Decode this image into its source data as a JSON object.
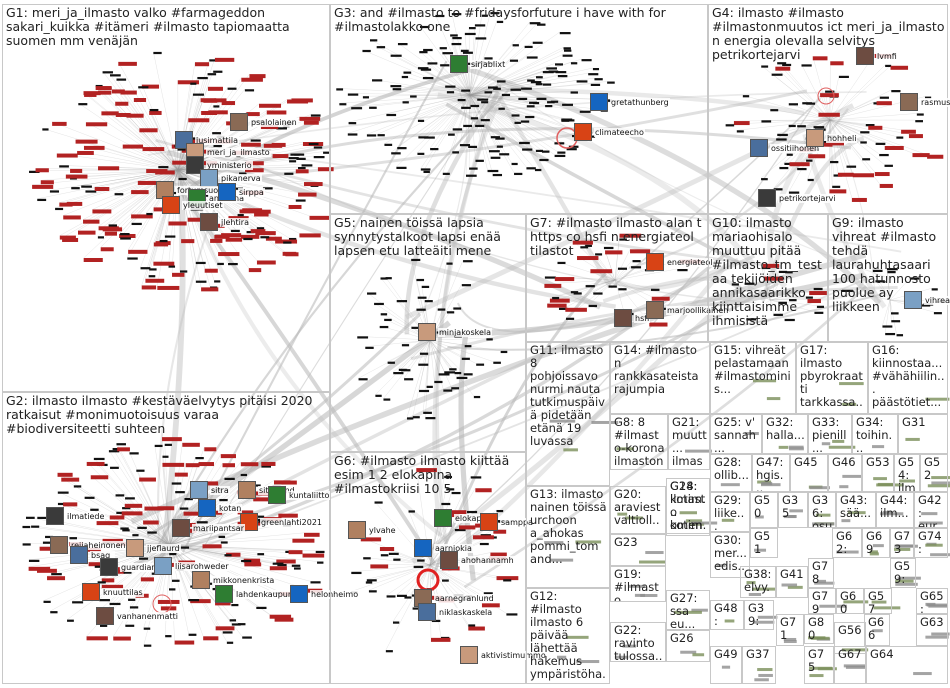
{
  "title": "#ilmasto",
  "colors": {
    "edge": "#b8b8b8",
    "node_dark": "#111111",
    "node_red": "#b22222",
    "box_border": "#c8c8c8",
    "highlight_ring": "#e06060"
  },
  "groups": [
    {
      "id": "G1",
      "label": "G1: meri_ja_ilmasto valko #farmageddon sakari_kuikka #itämeri #ilmasto tapiomaatta suomen mm venäjän",
      "nodes": [
        "psalolainen",
        "jusimattila",
        "meri_ja_ilmasto",
        "yministerio",
        "pikanerva",
        "fortumsuomi",
        "annanna",
        "sirppa",
        "yleuutiset",
        "jlehtira"
      ]
    },
    {
      "id": "G2",
      "label": "G2: ilmasto ilmasto #kestäväelvytys pitäisi 2020 ratkaisut #monimuotoisuus varaa #biodiversiteetti suhteen",
      "nodes": [
        "ilmatiede",
        "sitra",
        "sitrafund",
        "kuntaliitto",
        "kotan",
        "greenlahti2021",
        "mariipantsar",
        "reijaheinonen",
        "bsag_",
        "jjeflaurd",
        "guardian",
        "liisarohweder",
        "mikkonenkrista",
        "lahdenkaupunki",
        "helonheimo",
        "knuuttilas",
        "vanhanenmatti"
      ]
    },
    {
      "id": "G3",
      "label": "G3: and #ilmasto to #fridaysforfuture i have with for #ilmastolakko one",
      "nodes": [
        "sirjablixt",
        "gretathunberg",
        "climateecho"
      ]
    },
    {
      "id": "G4",
      "label": "G4: ilmasto #ilmasto #ilmastonmuutos ict meri_ja_ilmasto n energia olevalla selvitys petrikortejarvi",
      "nodes": [
        "lvmfi",
        "rasmuspinomaa",
        "ossitiihonen",
        "hohheli",
        "petrikortejarvi"
      ]
    },
    {
      "id": "G5",
      "label": "G5: nainen töissä lapsia synnytystalkoot lapsi enää lapsen etu latteäiti mene",
      "nodes": [
        "minjakoskela"
      ]
    },
    {
      "id": "G6",
      "label": "G6: #ilmasto ilmasto kiittää esim 1 2 elokapina #ilmastokriisi 10 5",
      "nodes": [
        "ylvahe",
        "elokapina",
        "aarniokia",
        "samppa",
        "ahohannamh",
        "aarnegranlund",
        "niklaskaskela",
        "aktivistimummo"
      ]
    },
    {
      "id": "G7",
      "label": "G7: #ilmasto ilmasto alan t https co hsfi n energiateol tilastot",
      "nodes": [
        "energiateol",
        "hsfi",
        "marjoollikainen"
      ]
    },
    {
      "id": "G8",
      "label": "G8: 8 #ilmasto-korona ilmaston ohjelm..."
    },
    {
      "id": "G9",
      "label": "G9: ilmasto vihreat #ilmasto tehdä laurahuhtasaari 100 hatunnosto puolue ay liikkeen",
      "nodes": [
        "vihreat"
      ]
    },
    {
      "id": "G10",
      "label": "G10: ilmasto mariaohisalo muuttuu pitää #ilmasto_tm_testaa tekijöiden annikasaarikko kiinttaisimme ihmisistä"
    },
    {
      "id": "G11",
      "label": "G11: ilmasto 8 pohjoissavo nurmi nauta tutkimuspäivä pidetään etänä 19 luvassa"
    },
    {
      "id": "G12",
      "label": "G12: #ilmasto ilmasto 6 päivää lähettää hakemus ympäristöha..."
    },
    {
      "id": "G13",
      "label": "G13: ilmasto nainen töissä urchoon a_ahokas pommi_tom and..."
    },
    {
      "id": "G14",
      "label": "G14: #ilmasto n rankkasateista rajumpia"
    },
    {
      "id": "G15",
      "label": "G15: vihreät pelastamaan #ilmastominis..."
    },
    {
      "id": "G16",
      "label": "G16: kiinnostaa... #vähähiilin... päästötiet..."
    },
    {
      "id": "G17",
      "label": "G17: ilmasto pbyrokraatti tarkkassa..."
    },
    {
      "id": "G18",
      "label": "G18: ilmasto kotimaa omena..."
    },
    {
      "id": "G19",
      "label": "G19: #ilmasto #ilmas... #nyton..."
    },
    {
      "id": "G20",
      "label": "G20: araviest valtioll..."
    },
    {
      "id": "G21",
      "label": "G21: muutt... ilmast... mattia..."
    },
    {
      "id": "G22",
      "label": "G22: ravinto tulossa..."
    },
    {
      "id": "G23",
      "label": "G23"
    },
    {
      "id": "G24",
      "label": "G24: kotim... omen..."
    },
    {
      "id": "G25",
      "label": "G25: v' sannah..."
    },
    {
      "id": "G26",
      "label": "G26"
    },
    {
      "id": "G27",
      "label": "G27: ssa eu..."
    },
    {
      "id": "G28",
      "label": "G28: ollib..."
    },
    {
      "id": "G29",
      "label": "G29: liike... ilma..."
    },
    {
      "id": "G30",
      "label": "G30: mer... edis..."
    },
    {
      "id": "G31",
      "label": "G31"
    },
    {
      "id": "G32",
      "label": "G32: halla..."
    },
    {
      "id": "G33",
      "label": "G33: pienill..."
    },
    {
      "id": "G34",
      "label": "G34: toihin..."
    },
    {
      "id": "G35",
      "label": "G35"
    },
    {
      "id": "G36",
      "label": "G36: osu..."
    },
    {
      "id": "G37",
      "label": "G37"
    },
    {
      "id": "G38",
      "label": "G38: elvy..."
    },
    {
      "id": "G39",
      "label": "G39: ilma..."
    },
    {
      "id": "G41",
      "label": "G41"
    },
    {
      "id": "G42",
      "label": "G42: eur..."
    },
    {
      "id": "G43",
      "label": "G43: sää..."
    },
    {
      "id": "G44",
      "label": "G44: ilm..."
    },
    {
      "id": "G45",
      "label": "G45"
    },
    {
      "id": "G46",
      "label": "G46"
    },
    {
      "id": "G47",
      "label": "G47: hgis..."
    },
    {
      "id": "G48",
      "label": "G48: ajell..."
    },
    {
      "id": "G49",
      "label": "G49"
    },
    {
      "id": "G50",
      "label": "G50"
    },
    {
      "id": "G51",
      "label": "G51"
    },
    {
      "id": "G52",
      "label": "G52"
    },
    {
      "id": "G53",
      "label": "G53"
    },
    {
      "id": "G54",
      "label": "G54: ilm..."
    },
    {
      "id": "G56",
      "label": "G56"
    },
    {
      "id": "G57",
      "label": "G57"
    },
    {
      "id": "G59",
      "label": "G59: chi..."
    },
    {
      "id": "G60",
      "label": "G60"
    },
    {
      "id": "G62",
      "label": "G62: aa..."
    },
    {
      "id": "G63",
      "label": "G63"
    },
    {
      "id": "G64",
      "label": "G64"
    },
    {
      "id": "G65",
      "label": "G65: pr..."
    },
    {
      "id": "G66",
      "label": "G66"
    },
    {
      "id": "G67",
      "label": "G67"
    },
    {
      "id": "G69",
      "label": "G69"
    },
    {
      "id": "G71",
      "label": "G71"
    },
    {
      "id": "G73",
      "label": "G73"
    },
    {
      "id": "G74",
      "label": "G74: kiin..."
    },
    {
      "id": "G75",
      "label": "G75"
    },
    {
      "id": "G78",
      "label": "G78"
    },
    {
      "id": "G79",
      "label": "G79"
    },
    {
      "id": "G80",
      "label": "G80"
    }
  ]
}
